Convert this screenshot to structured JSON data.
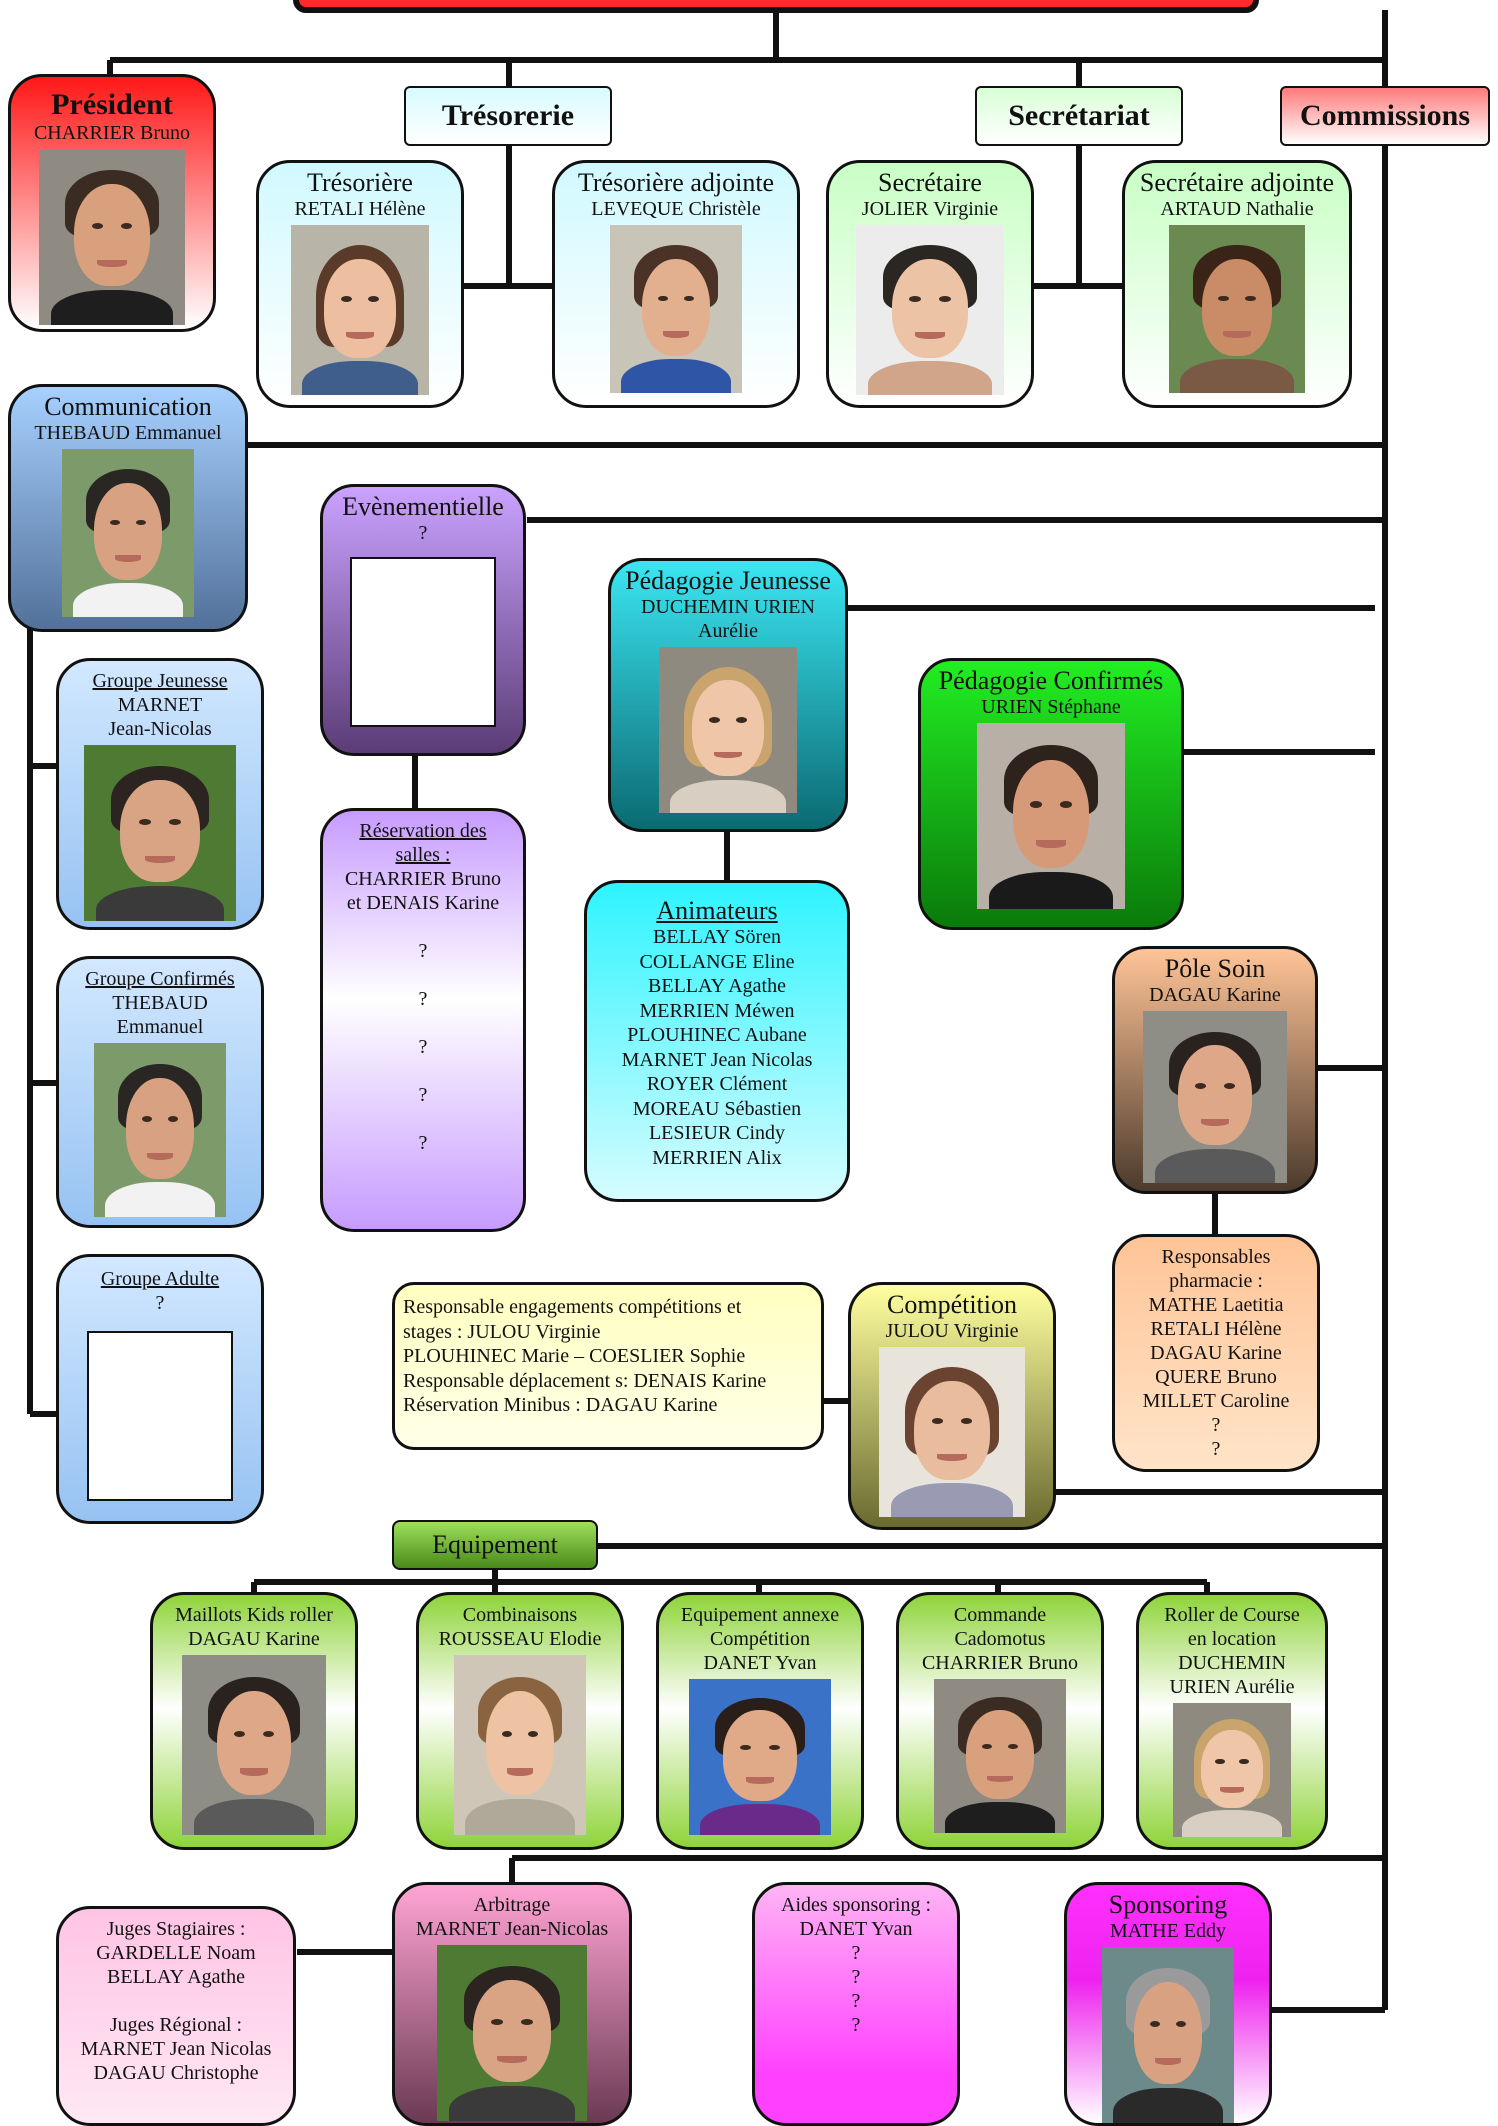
{
  "president": {
    "title": "Président",
    "name": "CHARRIER Bruno"
  },
  "tresorerie": {
    "label": "Trésorerie"
  },
  "secretariat": {
    "label": "Secrétariat"
  },
  "commissions": {
    "label": "Commissions"
  },
  "tresoriere": {
    "title": "Trésorière",
    "name": "RETALI Hélène"
  },
  "tresoriere_adj": {
    "title": "Trésorière adjointe",
    "name": "LEVEQUE Christèle"
  },
  "secretaire": {
    "title": "Secrétaire",
    "name": "JOLIER Virginie"
  },
  "secretaire_adj": {
    "title": "Secrétaire adjointe",
    "name": "ARTAUD Nathalie"
  },
  "communication": {
    "title": "Communication",
    "name": "THEBAUD Emmanuel"
  },
  "evenementielle": {
    "title": "Evènementielle",
    "name": "?"
  },
  "peda_jeunesse": {
    "title": "Pédagogie Jeunesse",
    "name1": "DUCHEMIN URIEN",
    "name2": "Aurélie"
  },
  "peda_confirmes": {
    "title": "Pédagogie Confirmés",
    "name": "URIEN Stéphane"
  },
  "groupe_jeunesse": {
    "title": "Groupe Jeunesse",
    "name1": "MARNET",
    "name2": "Jean-Nicolas"
  },
  "reservation": {
    "title1": "Réservation des",
    "title2": "salles :",
    "name1": "CHARRIER Bruno",
    "name2": "et DENAIS Karine",
    "q": [
      "?",
      "?",
      "?",
      "?",
      "?"
    ]
  },
  "animateurs": {
    "title": "Animateurs",
    "names": [
      "BELLAY Sören",
      "COLLANGE Eline",
      "BELLAY Agathe",
      "MERRIEN Méwen",
      "PLOUHINEC Aubane",
      "MARNET Jean Nicolas",
      "ROYER Clément",
      "MOREAU Sébastien",
      "LESIEUR Cindy",
      "MERRIEN Alix"
    ]
  },
  "groupe_confirmes": {
    "title": "Groupe Confirmés",
    "name1": "THEBAUD",
    "name2": "Emmanuel"
  },
  "pole_soin": {
    "title": "Pôle Soin",
    "name": "DAGAU Karine"
  },
  "groupe_adulte": {
    "title": "Groupe Adulte",
    "name": "?"
  },
  "resp_engagements": {
    "lines": [
      "Responsable engagements compétitions et",
      "stages : JULOU Virginie",
      "PLOUHINEC Marie – COESLIER Sophie",
      "Responsable déplacement s: DENAIS Karine",
      "Réservation Minibus : DAGAU Karine"
    ]
  },
  "competition": {
    "title": "Compétition",
    "name": "JULOU Virginie"
  },
  "pharmacie": {
    "lines": [
      "Responsables",
      "pharmacie :",
      "MATHE Laetitia",
      "RETALI Hélène",
      "DAGAU Karine",
      "QUERE Bruno",
      "MILLET Caroline",
      "?",
      "?"
    ]
  },
  "equipement": {
    "label": "Equipement"
  },
  "maillots": {
    "title": "Maillots Kids roller",
    "name": "DAGAU Karine"
  },
  "combinaisons": {
    "title": "Combinaisons",
    "name": "ROUSSEAU Elodie"
  },
  "equip_annexe": {
    "title1": "Equipement annexe",
    "title2": "Compétition",
    "name": "DANET Yvan"
  },
  "commande": {
    "title1": "Commande",
    "title2": "Cadomotus",
    "name": "CHARRIER Bruno"
  },
  "roller_course": {
    "title1": "Roller de Course",
    "title2": "en location",
    "name1": "DUCHEMIN",
    "name2": "URIEN Aurélie"
  },
  "juges": {
    "lines": [
      "Juges Stagiaires :",
      "GARDELLE Noam",
      "BELLAY Agathe",
      "",
      "Juges Régional :",
      "MARNET Jean Nicolas",
      "DAGAU Christophe"
    ]
  },
  "arbitrage": {
    "title": "Arbitrage",
    "name": "MARNET Jean-Nicolas"
  },
  "aides_sponsoring": {
    "title": "Aides sponsoring :",
    "name": "DANET Yvan",
    "q": [
      "?",
      "?",
      "?",
      "?"
    ]
  },
  "sponsoring": {
    "title": "Sponsoring",
    "name": "MATHE Eddy"
  },
  "colors": {
    "red": "#ff2a2a",
    "cyan_light": "#d8fbff",
    "green_light": "#d8ffd6",
    "blue": "#9cc7ff",
    "purple": "#c79bff",
    "teal": "#12d6e0",
    "green": "#12d012",
    "peach": "#ffc497",
    "yellow": "#ffffa8",
    "olive": "#e6e6a0",
    "lime": "#8fd43a",
    "pink": "#ffaad8",
    "magenta": "#ee22ee"
  }
}
